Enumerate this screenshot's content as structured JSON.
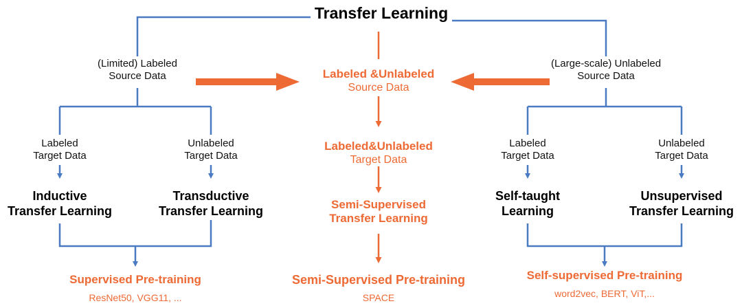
{
  "title": "Transfer Learning",
  "colors": {
    "blue": "#4a7ac2",
    "orange": "#ee6a35",
    "text": "#111111"
  },
  "left": {
    "source": [
      "(Limited) Labeled",
      "Source Data"
    ],
    "target_labeled": [
      "Labeled",
      "Target Data"
    ],
    "target_unlabeled": [
      "Unlabeled",
      "Target Data"
    ],
    "method_a": [
      "Inductive",
      "Transfer Learning"
    ],
    "method_b": [
      "Transductive",
      "Transfer Learning"
    ],
    "pretrain": "Supervised Pre-training",
    "examples": "ResNet50, VGG11, ..."
  },
  "center": {
    "source": [
      "Labeled &Unlabeled",
      "Source Data"
    ],
    "target": [
      "Labeled&Unlabeled",
      "Target Data"
    ],
    "method": [
      "Semi-Supervised",
      "Transfer Learning"
    ],
    "pretrain": "Semi-Supervised Pre-training",
    "examples": "SPACE"
  },
  "right": {
    "source": [
      "(Large-scale) Unlabeled",
      "Source Data"
    ],
    "target_labeled": [
      "Labeled",
      "Target Data"
    ],
    "target_unlabeled": [
      "Unlabeled",
      "Target Data"
    ],
    "method_a": [
      "Self-taught",
      "Learning"
    ],
    "method_b": [
      "Unsupervised",
      "Transfer Learning"
    ],
    "pretrain": "Self-supervised Pre-training",
    "examples": "word2vec, BERT, ViT,..."
  }
}
